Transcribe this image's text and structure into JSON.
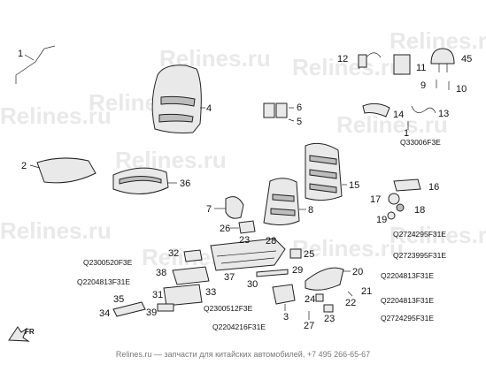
{
  "watermark": {
    "text": "Relines.ru",
    "color": "#cfcfcf"
  },
  "labels": {
    "l1": "1",
    "l2": "2",
    "l3": "3",
    "l4": "4",
    "l5": "5",
    "l6": "6",
    "l7": "7",
    "l8": "8",
    "l9": "9",
    "l10": "10",
    "l11": "11",
    "l12": "12",
    "l13": "13",
    "l14": "14",
    "l15": "15",
    "l16": "16",
    "l17": "17",
    "l18": "18",
    "l19": "19",
    "l20": "20",
    "l21": "21",
    "l22": "22",
    "l23": "23",
    "l24": "24",
    "l25": "25",
    "l26": "26",
    "l27": "27",
    "l28": "28",
    "l29": "29",
    "l30": "30",
    "l31": "31",
    "l32": "32",
    "l33": "33",
    "l34": "34",
    "l35": "35",
    "l36": "36",
    "l37": "37",
    "l38": "38",
    "l39": "39",
    "l45": "45",
    "l1b": "1"
  },
  "codes": {
    "q33006": "Q33006F3E",
    "q02724295_a": "Q2724295F31E",
    "q02723995": "Q2723995F31E",
    "q02204813_r": "Q2204813F31E",
    "q02204813_r2": "Q2204813F31E",
    "q02724295_b": "Q2724295F31E",
    "q02300520": "Q2300520F3E",
    "q02204813_l": "Q2204813F31E",
    "q02300512": "Q2300512F3E",
    "q02204216": "Q2204216F31E"
  },
  "direction": {
    "label": "FR"
  },
  "footer": {
    "text": "Relines.ru — запчасти для китайских автомобилей, +7 495 266-65-67"
  }
}
